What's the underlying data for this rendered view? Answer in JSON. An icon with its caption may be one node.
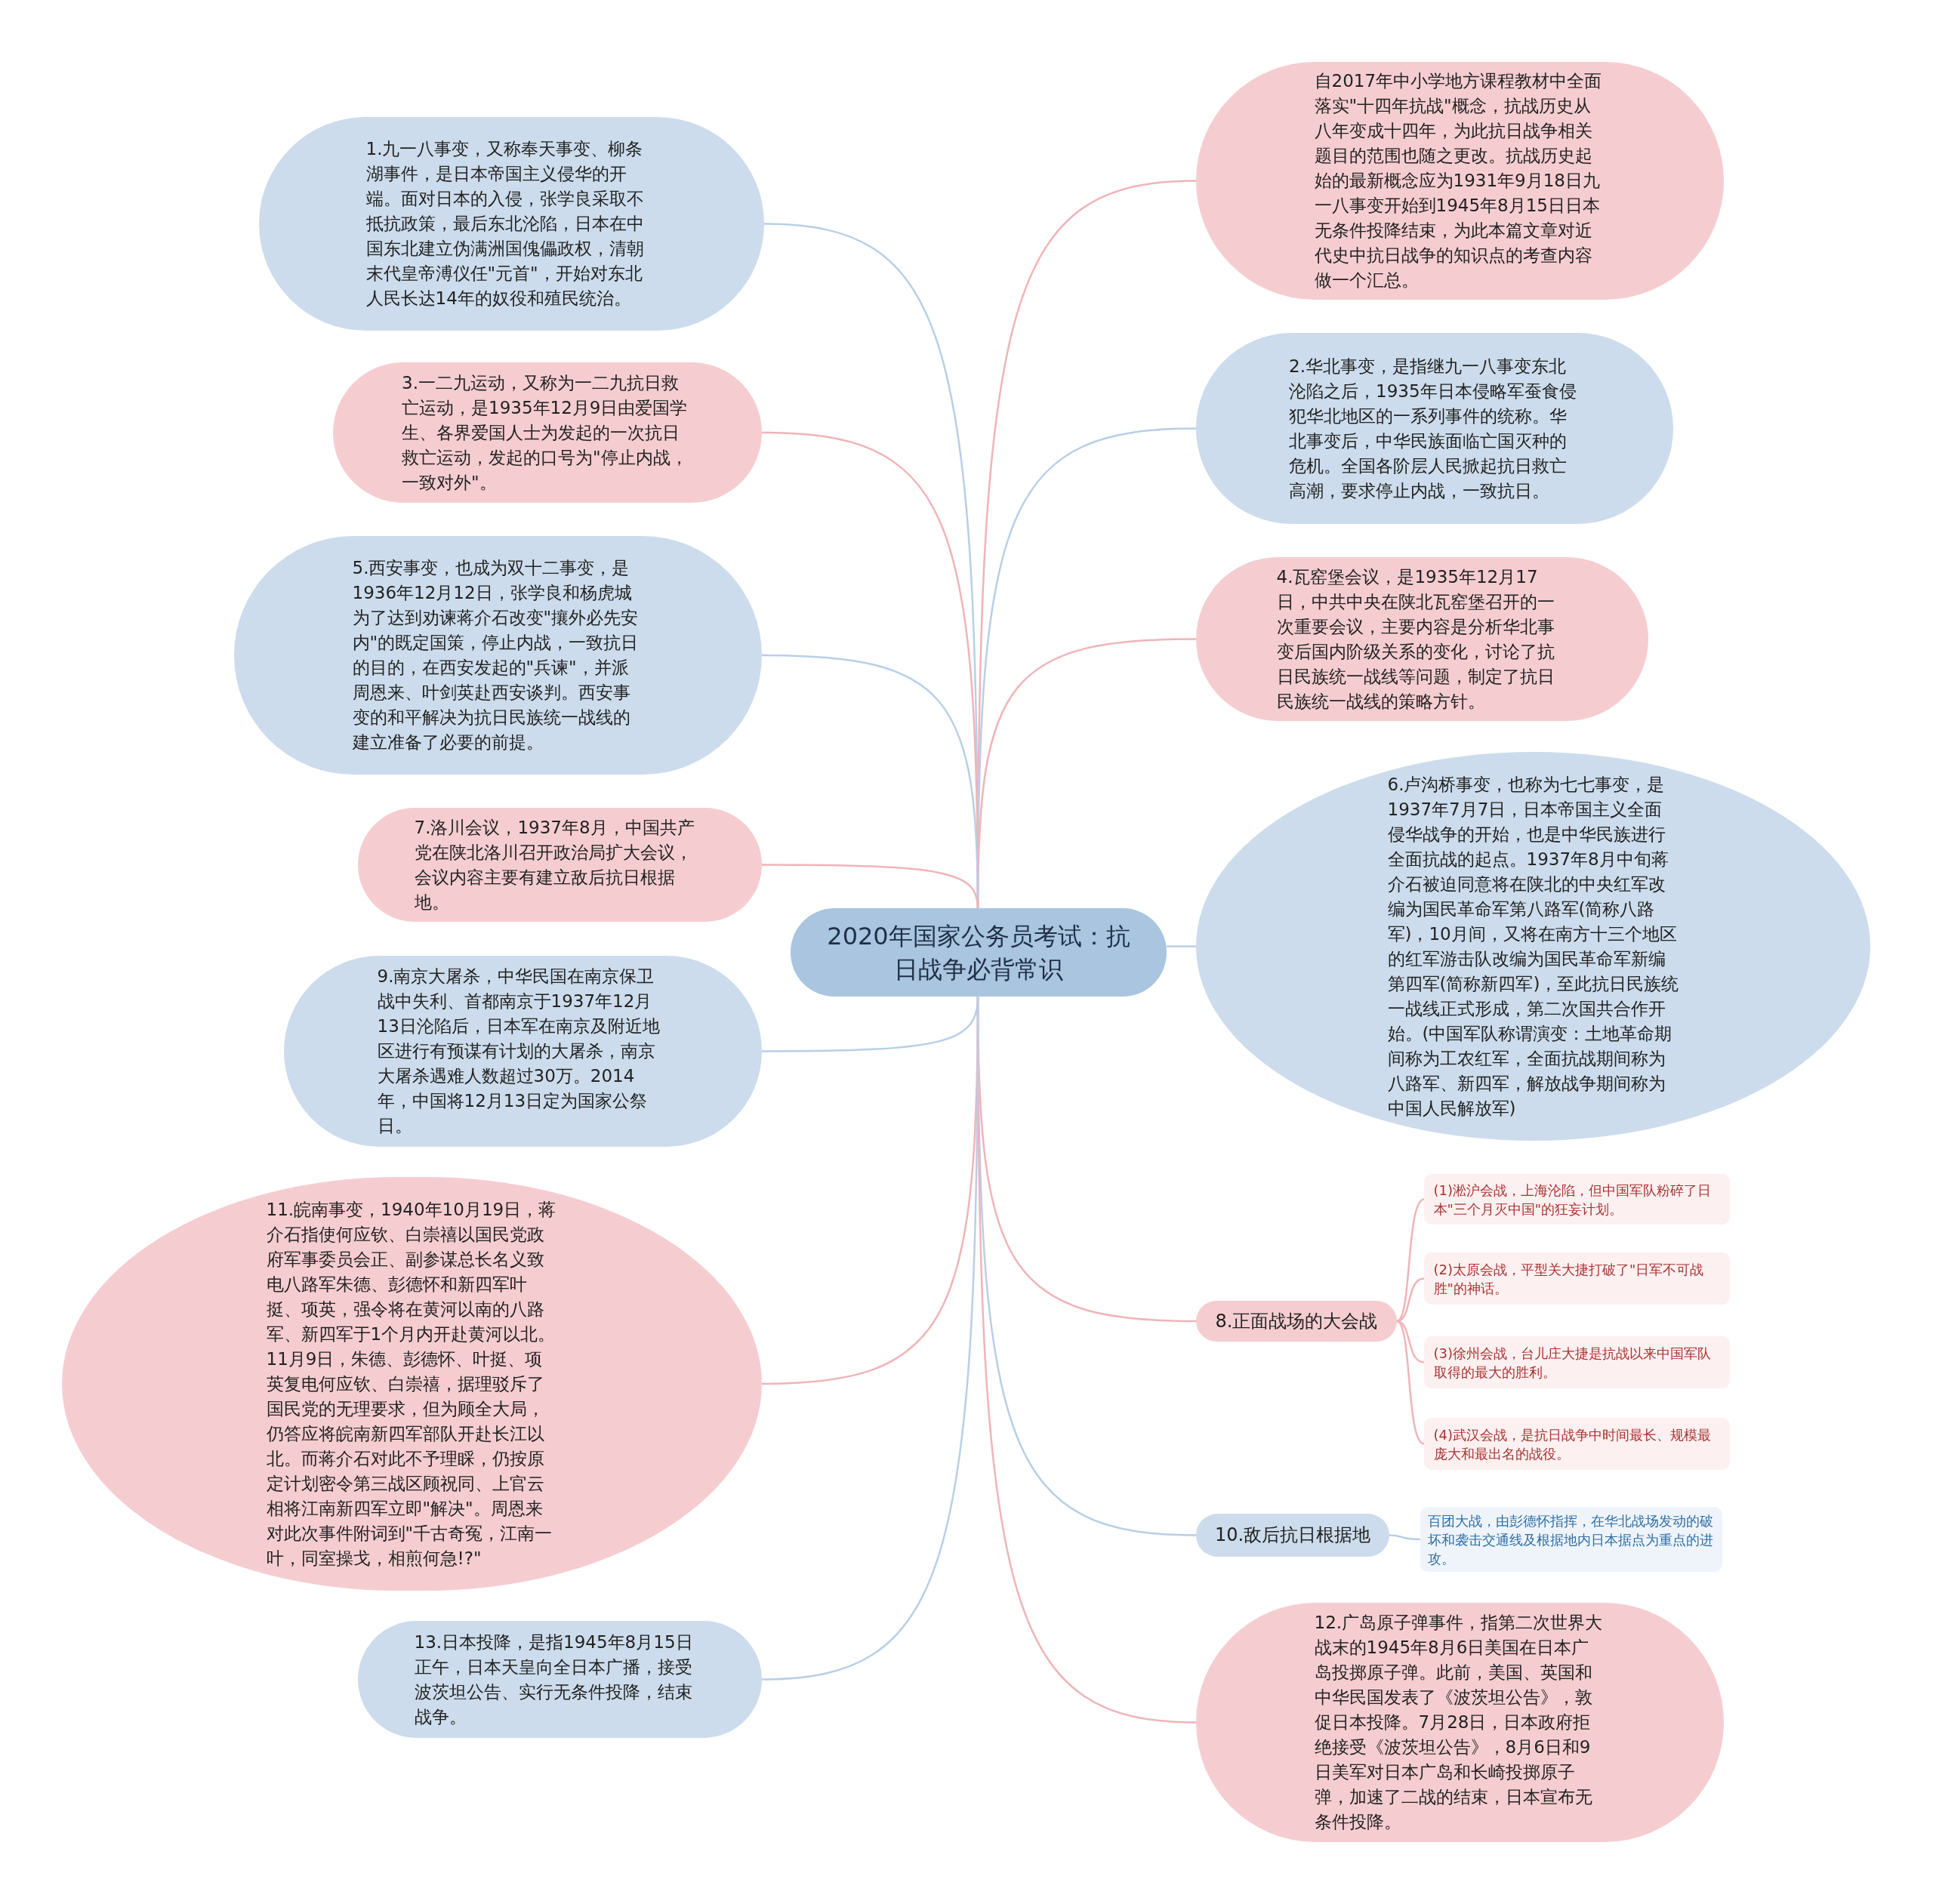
{
  "diagram": {
    "nodes": [
      {
        "text": [
          "2020年国家公务员考试：抗日战争必背常识"
        ]
      },
      {
        "text": [
          "自2017年中小学地方课程教材中全面落实\"十四年抗战\"概念，抗战历史从八年变成十四年，为此抗日战争相关题目的范围也随之更改。抗战历史起始的最新概念应为1931年9月18日九一八事变开始到1945年8月15日日本无条件投降结束，为此本篇文章对近代史中抗日战争的知识点的考查内容做一个汇总。"
        ]
      },
      {
        "text": [
          "1.九一八事变，又称奉天事变、柳条湖事件，是日本帝国主义侵华的开端。面对日本的入侵，张学良采取不抵抗政策，最后东北沦陷，日本在中国东北建立伪满洲国傀儡政权，清朝末代皇帝溥仪任\"元首\"，开始对东北人民长达14年的奴役和殖民统治。"
        ]
      },
      {
        "text": [
          "2.华北事变，是指继九一八事变东北沦陷之后，1935年日本侵略军蚕食侵犯华北地区的一系列事件的统称。华北事变后，中华民族面临亡国灭种的危机。全国各阶层人民掀起抗日救亡高潮，要求停止内战，一致抗日。"
        ]
      },
      {
        "text": [
          "3.一二九运动，又称为一二九抗日救亡运动，是1935年12月9日由爱国学生、各界爱国人士为发起的一次抗日救亡运动，发起的口号为\"停止内战，一致对外\"。"
        ]
      },
      {
        "text": [
          "4.瓦窑堡会议，是1935年12月17日，中共中央在陕北瓦窑堡召开的一次重要会议，主要内容是分析华北事变后国内阶级关系的变化，讨论了抗日民族统一战线等问题，制定了抗日民族统一战线的策略方针。"
        ]
      },
      {
        "text": [
          "5.西安事变，也成为双十二事变，是1936年12月12日，张学良和杨虎城为了达到劝谏蒋介石改变\"攘外必先安内\"的既定国策，停止内战，一致抗日的目的，在西安发起的\"兵谏\"，并派周恩来、叶剑英赴西安谈判。西安事变的和平解决为抗日民族统一战线的建立准备了必要的前提。"
        ]
      },
      {
        "text": [
          "6.卢沟桥事变，也称为七七事变，是1937年7月7日，日本帝国主义全面侵华战争的开始，也是中华民族进行全面抗战的起点。1937年8月中旬蒋介石被迫同意将在陕北的中央红军改编为国民革命军第八路军(简称八路军)，10月间，又将在南方十三个地区的红军游击队改编为国民革命军新编第四军(简称新四军)，至此抗日民族统一战线正式形成，第二次国共合作开始。(中国军队称谓演变：土地革命期间称为工农红军，全面抗战期间称为八路军、新四军，解放战争期间称为中国人民解放军)"
        ]
      },
      {
        "text": [
          "7.洛川会议，1937年8月，中国共产党在陕北洛川召开政治局扩大会议，会议内容主要有建立敌后抗日根据地。"
        ]
      },
      {
        "text": [
          "8.正面战场的大会战"
        ]
      },
      {
        "text": [
          "(1)淞沪会战，上海沦陷，但中国军队粉碎了日本\"三个月灭中国\"的狂妄计划。"
        ]
      },
      {
        "text": [
          "(2)太原会战，平型关大捷打破了\"日军不可战胜\"的神话。"
        ]
      },
      {
        "text": [
          "(3)徐州会战，台儿庄大捷是抗战以来中国军队取得的最大的胜利。"
        ]
      },
      {
        "text": [
          "(4)武汉会战，是抗日战争中时间最长、规模最庞大和最出名的战役。"
        ]
      },
      {
        "text": [
          "9.南京大屠杀，中华民国在南京保卫战中失利、首都南京于1937年12月13日沦陷后，日本军在南京及附近地区进行有预谋有计划的大屠杀，南京大屠杀遇难人数超过30万。2014年，中国将12月13日定为国家公祭日。"
        ]
      },
      {
        "text": [
          "10.敌后抗日根据地"
        ]
      },
      {
        "text": [
          "百团大战，由彭德怀指挥，在华北战场发动的破坏和袭击交通线及根据地内日本据点为重点的进攻。"
        ]
      },
      {
        "text": [
          "11.皖南事变，1940年10月19日，蒋介石指使何应钦、白崇禧以国民党政府军事委员会正、副参谋总长名义致电八路军朱德、彭德怀和新四军叶挺、项英，强令将在黄河以南的八路军、新四军于1个月内开赴黄河以北。11月9日，朱德、彭德怀、叶挺、项英复电何应钦、白崇禧，据理驳斥了国民党的无理要求，但为顾全大局，仍答应将皖南新四军部队开赴长江以北。而蒋介石对此不予理睬，仍按原定计划密令第三战区顾祝同、上官云相将江南新四军立即\"解决\"。周恩来对此次事件附词到\"千古奇冤，江南一叶，同室操戈，相煎何急!?\""
        ]
      },
      {
        "text": [
          "12.广岛原子弹事件，指第二次世界大战末的1945年8月6日美国在日本广岛投掷原子弹。此前，美国、英国和中华民国发表了《波茨坦公告》，敦促日本投降。7月28日，日本政府拒绝接受《波茨坦公告》，8月6日和9日美军对日本广岛和长崎投掷原子弹，加速了二战的结束，日本宣布无条件投降。"
        ]
      },
      {
        "text": [
          "13.日本投降，是指1945年8月15日正午，日本天皇向全日本广播，接受波茨坦公告、实行无条件投降，结束战争。"
        ]
      }
    ],
    "edges": [
      {
        "from": 0,
        "to": 1,
        "arrow": "none",
        "color": "#f0b4b8"
      },
      {
        "from": 0,
        "to": 2,
        "arrow": "none",
        "color": "#b8cfe6"
      },
      {
        "from": 0,
        "to": 3,
        "arrow": "none",
        "color": "#b8cfe6"
      },
      {
        "from": 0,
        "to": 4,
        "arrow": "none",
        "color": "#f0b4b8"
      },
      {
        "from": 0,
        "to": 5,
        "arrow": "none",
        "color": "#f0b4b8"
      },
      {
        "from": 0,
        "to": 6,
        "arrow": "none",
        "color": "#b8cfe6"
      },
      {
        "from": 0,
        "to": 7,
        "arrow": "none",
        "color": "#b8cfe6"
      },
      {
        "from": 0,
        "to": 8,
        "arrow": "none",
        "color": "#f0b4b8"
      },
      {
        "from": 0,
        "to": 9,
        "arrow": "none",
        "color": "#f0b4b8"
      },
      {
        "from": 9,
        "to": 10,
        "arrow": "none",
        "color": "#f0b4b8"
      },
      {
        "from": 9,
        "to": 11,
        "arrow": "none",
        "color": "#f0b4b8"
      },
      {
        "from": 9,
        "to": 12,
        "arrow": "none",
        "color": "#f0b4b8"
      },
      {
        "from": 9,
        "to": 13,
        "arrow": "none",
        "color": "#f0b4b8"
      },
      {
        "from": 0,
        "to": 14,
        "arrow": "none",
        "color": "#b8cfe6"
      },
      {
        "from": 0,
        "to": 15,
        "arrow": "none",
        "color": "#b8cfe6"
      },
      {
        "from": 15,
        "to": 16,
        "arrow": "none",
        "color": "#b8cfe6"
      },
      {
        "from": 0,
        "to": 17,
        "arrow": "none",
        "color": "#f0b4b8"
      },
      {
        "from": 0,
        "to": 18,
        "arrow": "none",
        "color": "#f0b4b8"
      },
      {
        "from": 0,
        "to": 19,
        "arrow": "none",
        "color": "#b8cfe6"
      }
    ]
  }
}
